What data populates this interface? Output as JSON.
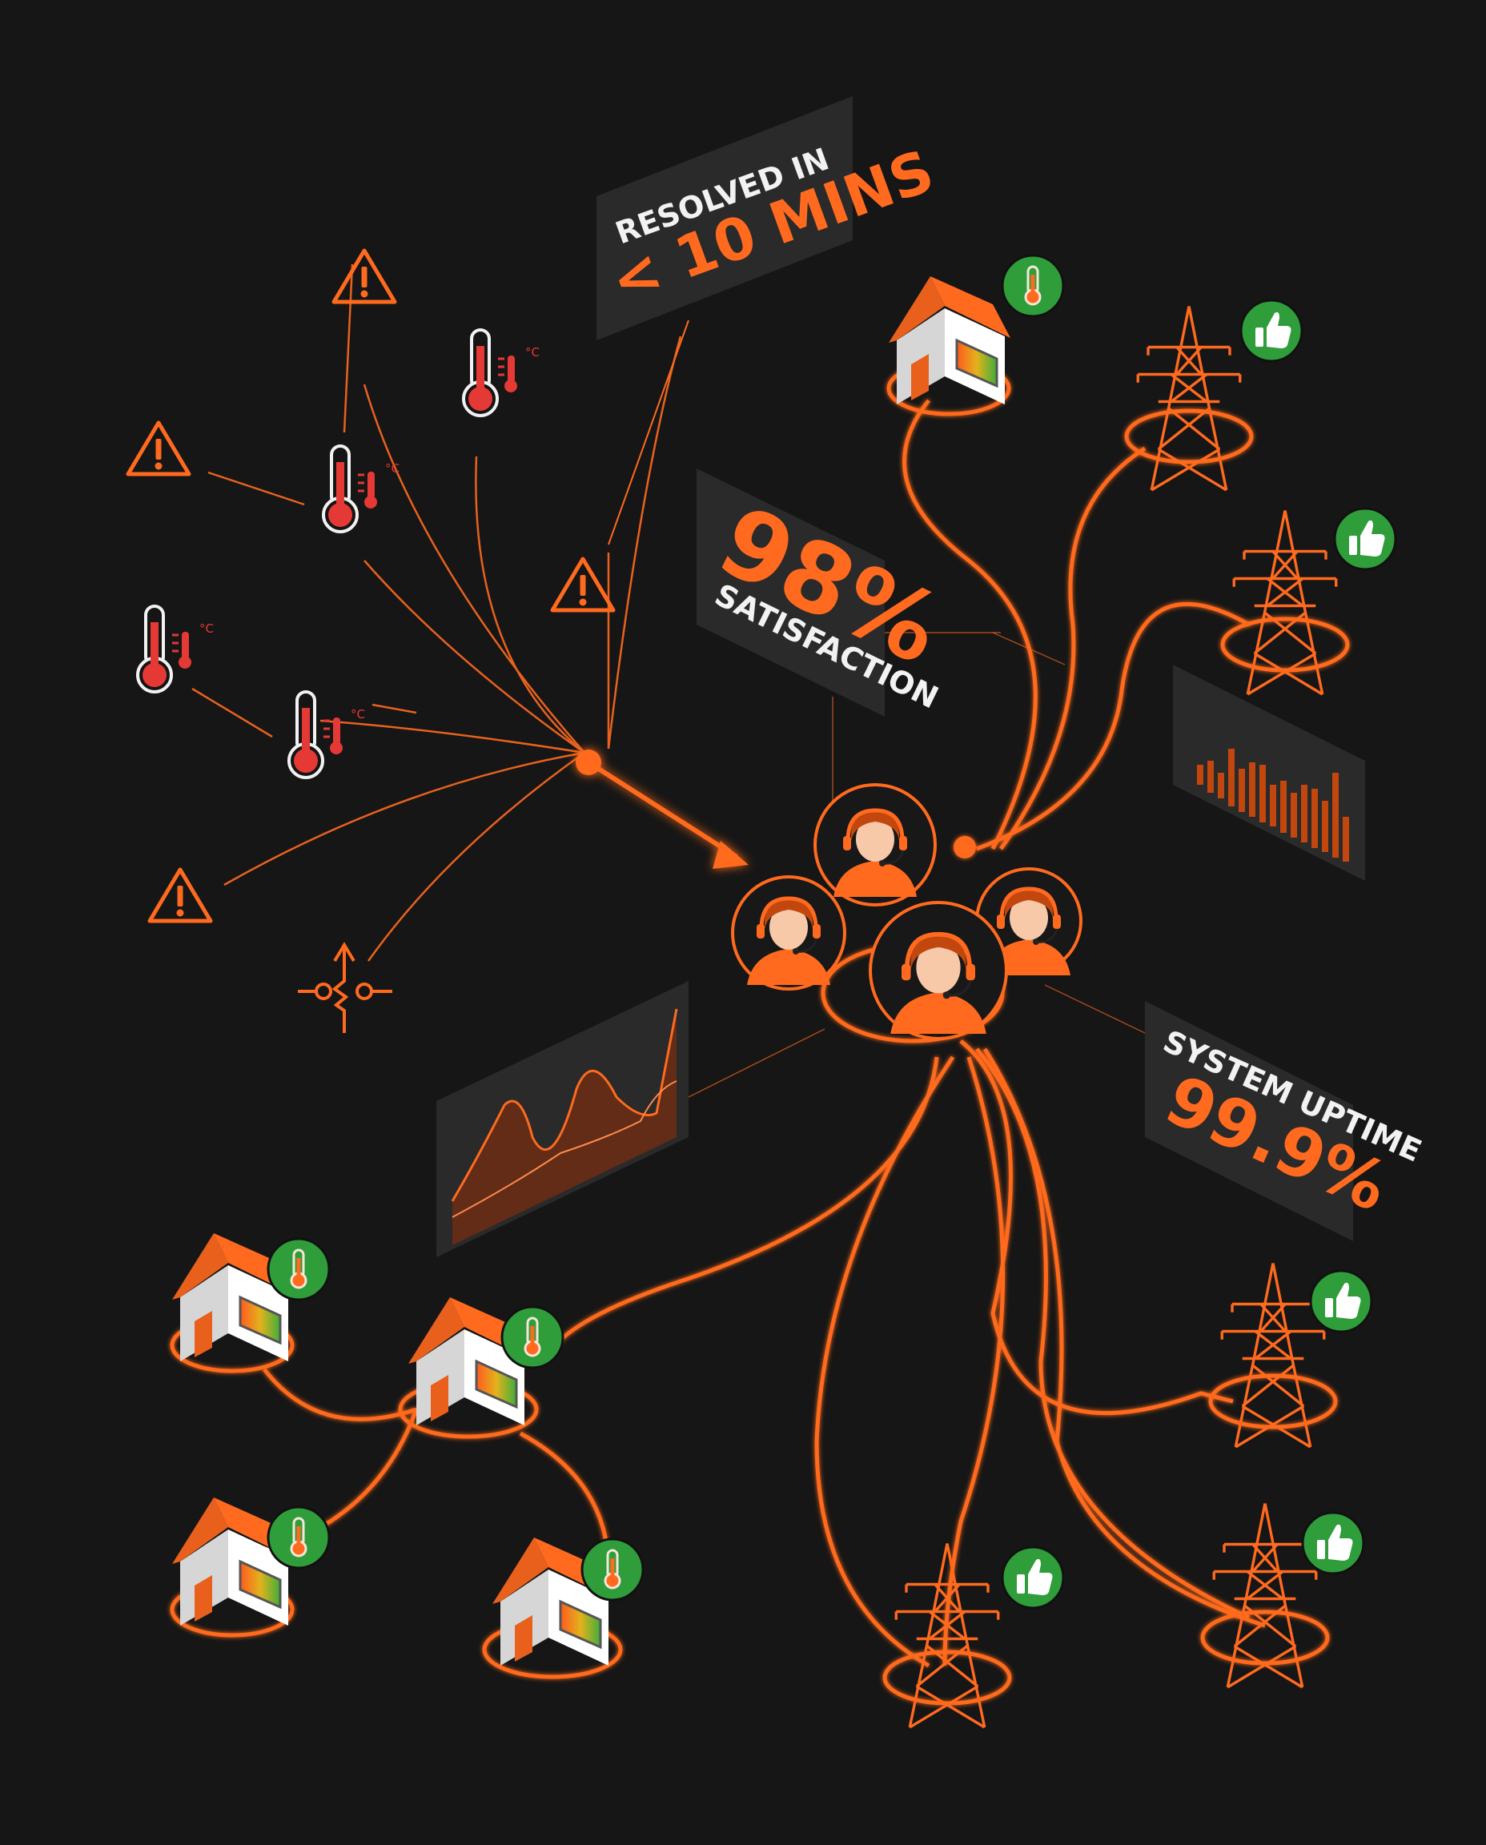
{
  "colors": {
    "background": "#161616",
    "accent": "#ff6a1f",
    "accent_dark": "#c2470f",
    "alert_red": "#e53935",
    "ok_green": "#2e9d3a",
    "panel": "#2a2a2a",
    "house_wall": "#eeeeee"
  },
  "stats": {
    "resolved": {
      "line1": "RESOLVED IN",
      "line2": "< 10 MINS"
    },
    "satisfaction": {
      "value": "98%",
      "label": "SATISFACTION"
    },
    "uptime": {
      "label": "SYSTEM UPTIME",
      "value": "99.9%"
    }
  },
  "icons": {
    "thermometer_unit": "°C",
    "alert": "warning-icon",
    "thumbs_up": "thumbs-up-icon",
    "tower": "transmission-tower-icon",
    "house": "house-icon",
    "agent": "support-agent-icon"
  }
}
